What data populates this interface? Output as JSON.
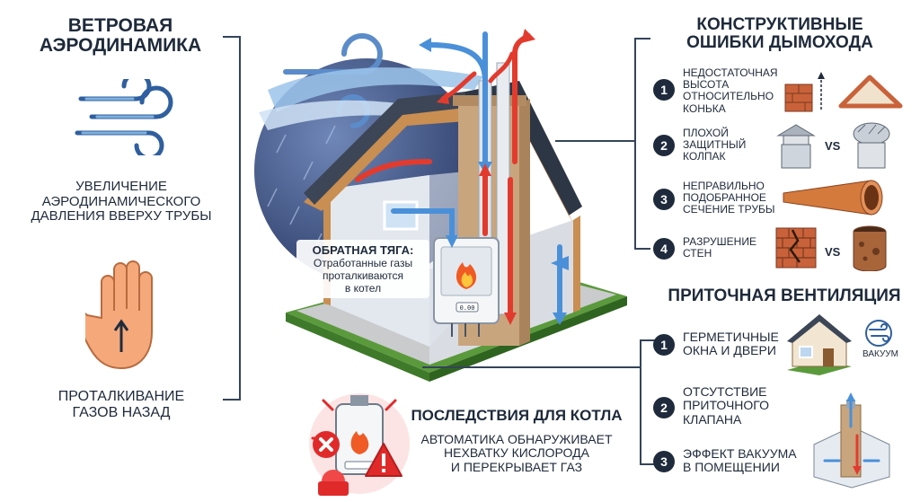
{
  "wind": {
    "title_line1": "ВЕТРОВАЯ",
    "title_line2": "АЭРОДИНАМИКА",
    "effect_line1": "УВЕЛИЧЕНИЕ",
    "effect_line2": "АЭРОДИНАМИЧЕСКОГО",
    "effect_line3": "ДАВЛЕНИЯ ВВЕРХУ ТРУБЫ",
    "push_line1": "ПРОТАЛКИВАНИЕ",
    "push_line2": "ГАЗОВ НАЗАД"
  },
  "backdraft": {
    "title": "ОБРАТНАЯ ТЯГА:",
    "line1": "Отработанные газы",
    "line2": "проталкиваются",
    "line3": "в котел"
  },
  "boiler_display": "0.00",
  "construction": {
    "title_line1": "КОНСТРУКТИВНЫЕ",
    "title_line2": "ОШИБКИ ДЫМОХОДА",
    "items": [
      {
        "num": "1",
        "l1": "НЕДОСТАТОЧНАЯ",
        "l2": "ВЫСОТА",
        "l3": "ОТНОСИТЕЛЬНО",
        "l4": "КОНЬКА"
      },
      {
        "num": "2",
        "l1": "ПЛОХОЙ",
        "l2": "ЗАЩИТНЫЙ",
        "l3": "КОЛПАК"
      },
      {
        "num": "3",
        "l1": "НЕПРАВИЛЬНО",
        "l2": "ПОДОБРАННОЕ",
        "l3": "СЕЧЕНИЕ ТРУБЫ"
      },
      {
        "num": "4",
        "l1": "РАЗРУШЕНИЕ",
        "l2": "СТЕН"
      }
    ],
    "vs": "VS"
  },
  "ventilation": {
    "title": "ПРИТОЧНАЯ ВЕНТИЛЯЦИЯ",
    "vacuum_label": "ВАКУУМ",
    "items": [
      {
        "num": "1",
        "l1": "ГЕРМЕТИЧНЫЕ",
        "l2": "ОКНА И ДВЕРИ"
      },
      {
        "num": "2",
        "l1": "ОТСУТСТВИЕ",
        "l2": "ПРИТОЧНОГО",
        "l3": "КЛАПАНА"
      },
      {
        "num": "3",
        "l1": "ЭФФЕКТ ВАКУУМА",
        "l2": "В ПОМЕЩЕНИИ"
      }
    ]
  },
  "consequences": {
    "title": "ПОСЛЕДСТВИЯ ДЛЯ КОТЛА",
    "line1": "АВТОМАТИКА ОБНАРУЖИВАЕТ",
    "line2": "НЕХВАТКУ КИСЛОРОДА",
    "line3": "И ПЕРЕКРЫВАЕТ ГАЗ"
  },
  "colors": {
    "hot_arrow": "#e23b2e",
    "cold_arrow": "#4a90d9",
    "dark_navy": "#1f2b3c",
    "roof": "#3c4656",
    "wall": "#c98e52",
    "warning": "#e02a2a"
  }
}
